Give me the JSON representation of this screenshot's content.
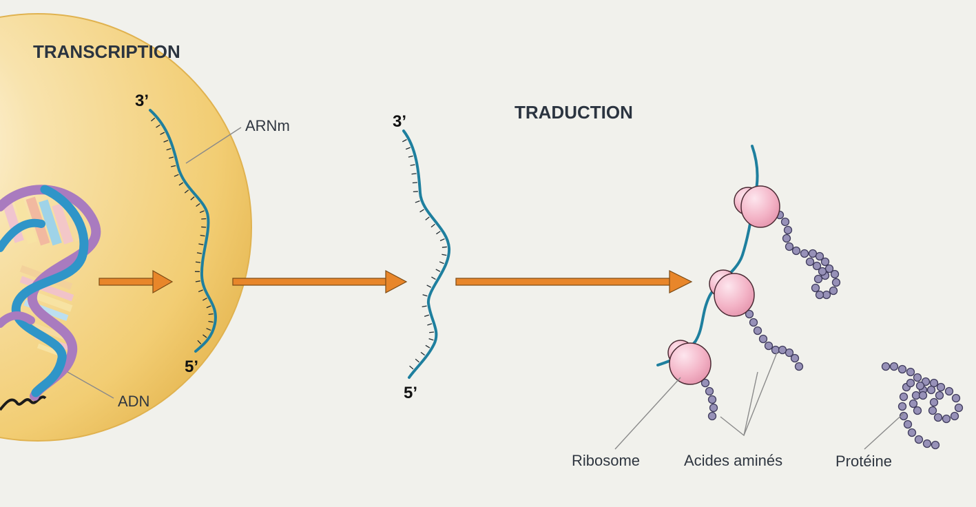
{
  "headings": {
    "transcription": "TRANSCRIPTION",
    "translation": "TRADUCTION"
  },
  "strand_ends": {
    "first_three": "3’",
    "first_five": "5’",
    "second_three": "3’",
    "second_five": "5’"
  },
  "labels": {
    "mrna": "ARNm",
    "dna": "ADN",
    "ribosome": "Ribosome",
    "amino_acids": "Acides aminés",
    "protein": "Protéine"
  },
  "colors": {
    "nucleus": "#f2cf78",
    "mrna": "#1e7f9e",
    "arrow": "#e8862a",
    "ribosome": "#f0a9bd",
    "amino_acid": "#9791b8",
    "dna_strand_a": "#a97bbf",
    "dna_strand_b": "#2f95c8"
  }
}
